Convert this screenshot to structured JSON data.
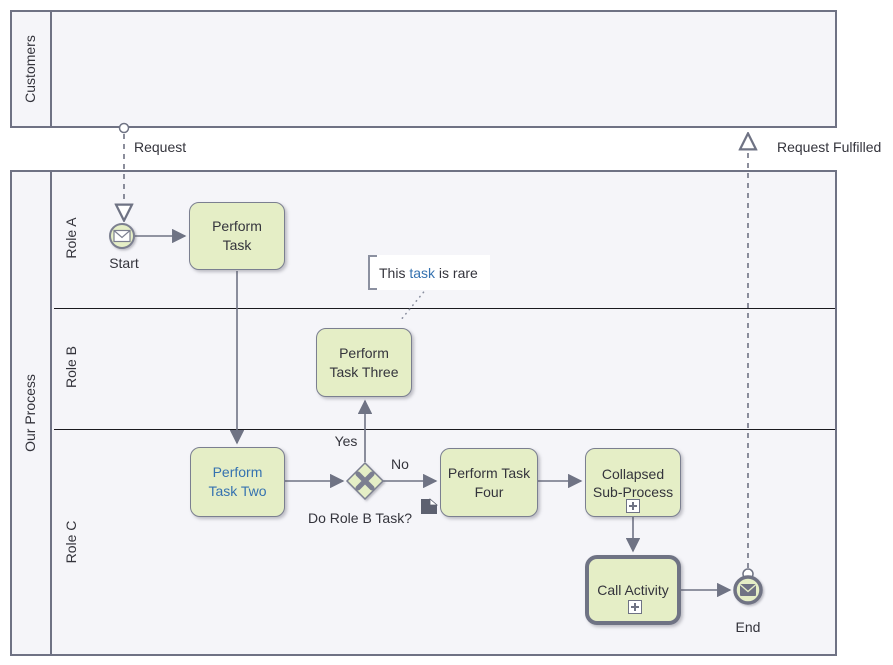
{
  "colors": {
    "pool_fill": "#f5f5f9",
    "pool_border": "#6f7284",
    "node_fill": "#e5eec6",
    "node_border": "#7b7f90",
    "connector": "#6f7384",
    "text": "#34343c",
    "link": "#3572b0",
    "lane_divider": "#1a1a1f"
  },
  "pools": {
    "customers": {
      "label": "Customers"
    },
    "process": {
      "label": "Our Process"
    }
  },
  "lanes": [
    {
      "label": "Role A"
    },
    {
      "label": "Role B"
    },
    {
      "label": "Role C"
    }
  ],
  "events": {
    "start": {
      "label": "Start",
      "icon": "envelope-icon"
    },
    "end": {
      "label": "End",
      "icon": "envelope-filled-icon"
    }
  },
  "tasks": {
    "perform_task": {
      "label": "Perform Task"
    },
    "perform_task_two": {
      "label": "Perform Task Two",
      "is_link": true
    },
    "perform_task_three": {
      "label": "Perform Task Three"
    },
    "perform_task_four": {
      "label": "Perform Task Four"
    },
    "collapsed_subprocess": {
      "label": "Collapsed Sub-Process",
      "marker": "plus"
    },
    "call_activity": {
      "label": "Call Activity",
      "marker": "plus"
    }
  },
  "gateway": {
    "label": "Do Role B Task?",
    "yes_label": "Yes",
    "no_label": "No",
    "type": "exclusive-x"
  },
  "message_flows": {
    "request": {
      "label": "Request"
    },
    "request_fulfilled": {
      "label": "Request Fulfilled"
    }
  },
  "annotation": {
    "prefix": "This ",
    "link": "task",
    "suffix": " is rare"
  }
}
